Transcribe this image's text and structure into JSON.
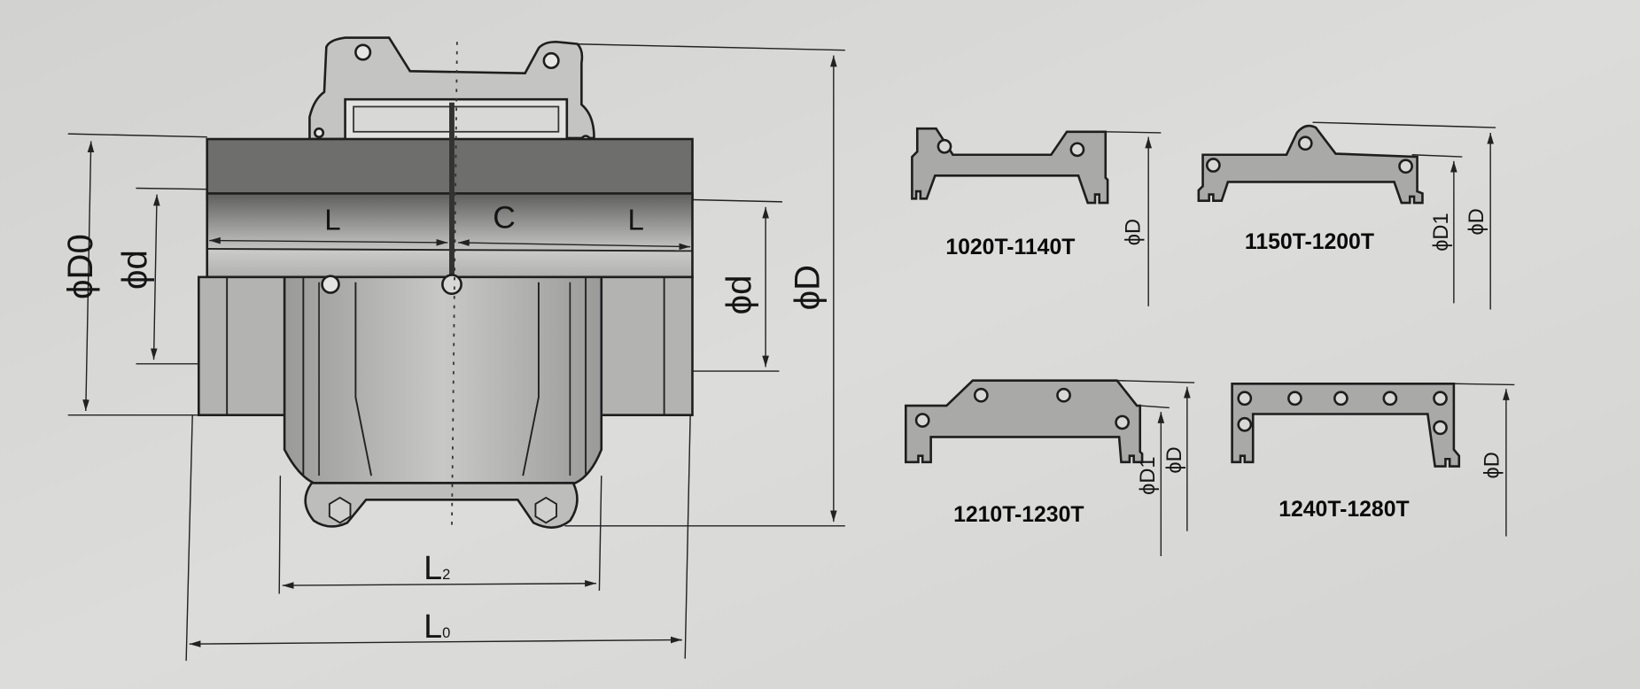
{
  "main_drawing": {
    "labels": {
      "phi_D0": "ϕD0",
      "phi_d_left": "ϕd",
      "phi_d_right": "ϕd",
      "phi_D": "ϕD",
      "L_left": "L",
      "C": "C",
      "L_right": "L",
      "L2_main": "L",
      "L2_sub": "2",
      "L0_main": "L",
      "L0_sub": "0"
    }
  },
  "cover_variants": [
    {
      "range": "1020T-1140T",
      "dims": [
        "ϕD"
      ]
    },
    {
      "range": "1150T-1200T",
      "dims": [
        "ϕD1",
        "ϕD"
      ]
    },
    {
      "range": "1210T-1230T",
      "dims": [
        "ϕD1",
        "ϕD"
      ]
    },
    {
      "range": "1240T-1280T",
      "dims": [
        "ϕD"
      ]
    }
  ],
  "colors": {
    "background": "#d6d6d4",
    "part_fill": "#a9a9a7",
    "dark_band": "#6e6e6c"
  }
}
